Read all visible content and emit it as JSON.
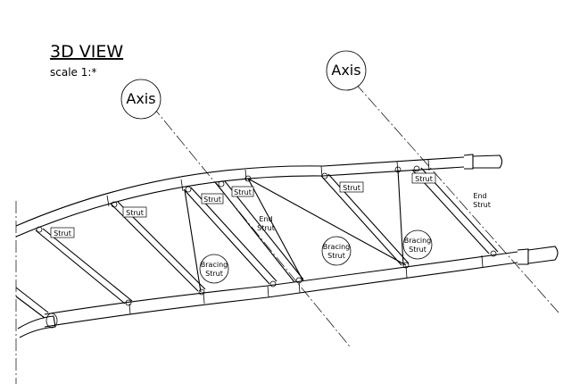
{
  "title": "3D VIEW",
  "scale": "scale 1:*",
  "axis_labels": [
    "Axis",
    "Axis"
  ],
  "strut_labels": [
    "Strut",
    "Strut",
    "Strut",
    "Strut",
    "Strut",
    "Strut"
  ],
  "end_strut_labels": [
    {
      "line1": "End",
      "line2": "Strut"
    },
    {
      "line1": "End",
      "line2": "Strut"
    }
  ],
  "bracing_strut_labels": [
    {
      "line1": "Bracing",
      "line2": "Strut"
    },
    {
      "line1": "Bracing",
      "line2": "Strut"
    },
    {
      "line1": "Bracing",
      "line2": "Strut"
    }
  ]
}
